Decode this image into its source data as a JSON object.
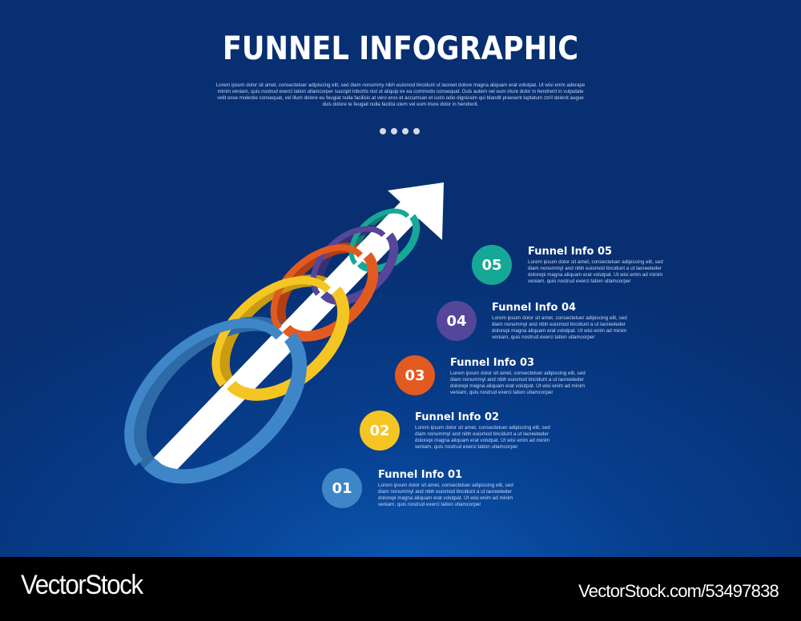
{
  "header": {
    "title": "FUNNEL INFOGRAPHIC",
    "intro": "Lorem ipsum dolor sit amet, consectetuer adipiscing elit, sed diam nonummy nibh euismod tincidunt ut laoreet dolore magna aliquam erat volutpat. Ut wisi enim aderape minim veniam, quis nostrud exerci tation ullamcorper suscipit lobortis nisl ut aliquip ex ea commodo consequat. Duis autem vel eum iriure dolor in hendrerit in vulputate velit esse molestie consequat, vel illum dolore eu feugiat nulla facilisis at vero eros et accumsan et iusto odio dignissim qui blandit praesent luptatum zzril delenit augue duis dolore te feugait nulla facilisi utem vel eum iriure dolor in hendrerit.",
    "pager_dots": 4
  },
  "graphic": {
    "arrow_color": "#ffffff",
    "rings": [
      {
        "id": "01",
        "color": "#3f86c8",
        "shade": "#2e6aa6"
      },
      {
        "id": "02",
        "color": "#f5c623",
        "shade": "#c99c12"
      },
      {
        "id": "03",
        "color": "#e35a20",
        "shade": "#b23f14"
      },
      {
        "id": "04",
        "color": "#55469a",
        "shade": "#3a2f74"
      },
      {
        "id": "05",
        "color": "#16a896",
        "shade": "#0f7e70"
      }
    ]
  },
  "items": [
    {
      "number": "05",
      "title": "Funnel Info 05",
      "color": "#16a896",
      "text": "Lorem ipsum dolor sit amet, consectetuer adipiscing elit, sed diam nonummyl and nibh euismod tincidunt a ut laoreeteder dolorepi magna aliquam erat volutpat. Ut wisi enim ad minim veniam, quis nostrud exerci tation ullamcorper"
    },
    {
      "number": "04",
      "title": "Funnel Info 04",
      "color": "#55469a",
      "text": "Lorem ipsum dolor sit amet, consectetuer adipiscing elit, sed diam nonummyl and nibh euismod tincidunt a ut laoreeteder dolorepi magna aliquam erat volutpat. Ut wisi enim ad minim veniam, quis nostrud exerci tation ullamcorper"
    },
    {
      "number": "03",
      "title": "Funnel Info 03",
      "color": "#e35a20",
      "text": "Lorem ipsum dolor sit amet, consectetuer adipiscing elit, sed diam nonummyl and nibh euismod tincidunt a ut laoreeteder dolorepi magna aliquam erat volutpat. Ut wisi enim ad minim veniam, quis nostrud exerci tation ullamcorper"
    },
    {
      "number": "02",
      "title": "Funnel Info 02",
      "color": "#f5c623",
      "text": "Lorem ipsum dolor sit amet, consectetuer adipiscing elit, sed diam nonummyl and nibh euismod tincidunt a ut laoreeteder dolorepi magna aliquam erat volutpat. Ut wisi enim ad minim veniam, quis nostrud exerci tation ullamcorper"
    },
    {
      "number": "01",
      "title": "Funnel Info 01",
      "color": "#3f86c8",
      "text": "Lorem ipsum dolor sit amet, consectetuer adipiscing elit, sed diam nonummyl and nibh euismod tincidunt a ut laoreeteder dolorepi magna aliquam erat volutpat. Ut wisi enim ad minim veniam, quis nostrud exerci tation ullamcorper"
    }
  ],
  "footer": {
    "brand": "VectorStock",
    "stock_id": "VectorStock.com/53497838"
  }
}
